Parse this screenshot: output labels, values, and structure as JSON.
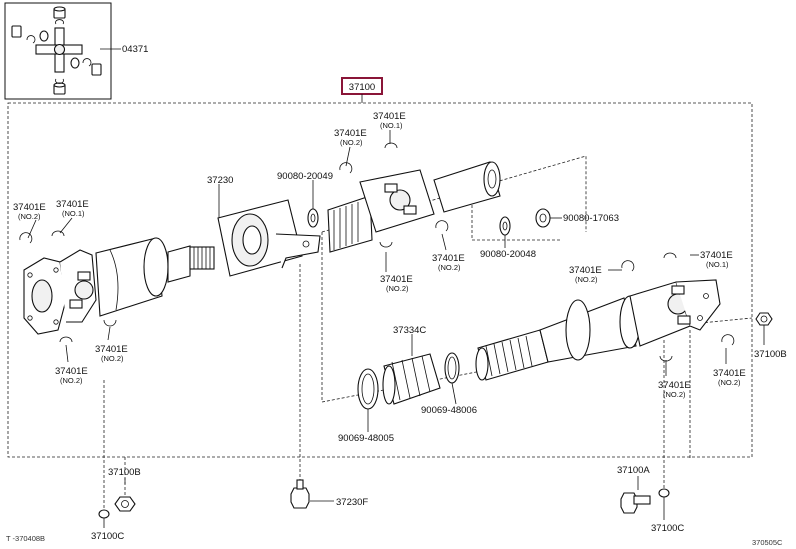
{
  "title_code": "37100",
  "inset_label": "04371",
  "doc_code_left": "T -370408B",
  "doc_code_right": "370505C",
  "labels": {
    "p37230": "37230",
    "p90080_20049": "90080-20049",
    "p37401E_top_no1": "37401E",
    "p37401E_top_no1_sub": "(NO.1)",
    "p37401E_top_no2": "37401E",
    "p37401E_top_no2_sub": "(NO.2)",
    "p37401E_left_no2": "37401E",
    "p37401E_left_no2_sub": "(NO.2)",
    "p37401E_left_no1": "37401E",
    "p37401E_left_no1_sub": "(NO.1)",
    "p37401E_lowleft_no2a": "37401E",
    "p37401E_lowleft_no2a_sub": "(NO.2)",
    "p37401E_lowleft_no2b": "37401E",
    "p37401E_lowleft_no2b_sub": "(NO.2)",
    "p37401E_mid_no2a": "37401E",
    "p37401E_mid_no2a_sub": "(NO.2)",
    "p37401E_mid_no2b": "37401E",
    "p37401E_mid_no2b_sub": "(NO.2)",
    "p90080_20048": "90080-20048",
    "p90080_17063": "90080-17063",
    "p37401E_right_no1": "37401E",
    "p37401E_right_no1_sub": "(NO.1)",
    "p37401E_right_no2a": "37401E",
    "p37401E_right_no2a_sub": "(NO.2)",
    "p37401E_right_no2b": "37401E",
    "p37401E_right_no2b_sub": "(NO.2)",
    "p37401E_right_no2c": "37401E",
    "p37401E_right_no2c_sub": "(NO.2)",
    "p37100B_right": "37100B",
    "p37334C": "37334C",
    "p90069_48006": "90069-48006",
    "p90069_48005": "90069-48005",
    "p37100B_bottom": "37100B",
    "p37100C_left": "37100C",
    "p37230F": "37230F",
    "p37100A": "37100A",
    "p37100C_right": "37100C"
  }
}
